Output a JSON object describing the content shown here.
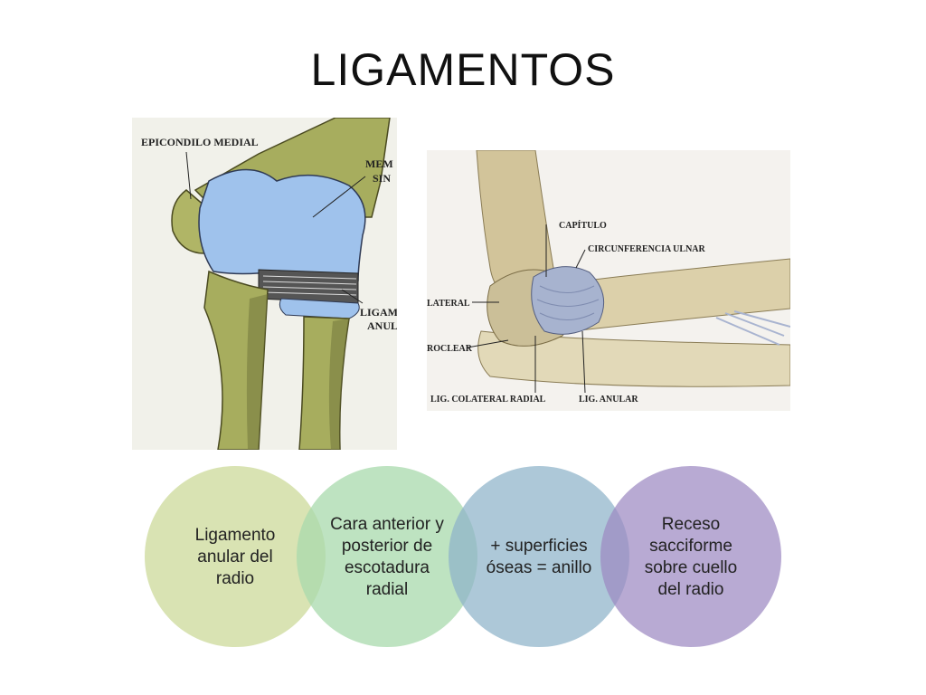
{
  "slide": {
    "title": "LIGAMENTOS"
  },
  "left_image": {
    "labels": {
      "epicondilo": "EPICONDILO MEDIAL",
      "membrana_1": "MEM",
      "membrana_2": "SIN",
      "ligamento_1": "LIGAM",
      "ligamento_2": "ANUL"
    }
  },
  "right_image": {
    "labels": {
      "capitulo": "CAPÍTULO",
      "circunferencia": "CIRCUNFERENCIA ULNAR",
      "lateral": "LATERAL",
      "troclear": "ROCLEAR",
      "colateral_radial": "LIG. COLATERAL RADIAL",
      "anular": "LIG. ANULAR"
    }
  },
  "circles": [
    {
      "text": "Ligamento anular del radio",
      "color": "#d6e1ad"
    },
    {
      "text": "Cara anterior y posterior de escotadura radial",
      "color": "#b7deb9"
    },
    {
      "text": "+ superficies óseas = anillo",
      "color": "#a9c4d6"
    },
    {
      "text": "Receso sacciforme sobre cuello del radio",
      "color": "#b5a7cf"
    }
  ],
  "colors": {
    "bone_green": "#a7ad5e",
    "cartilage_blue": "#9fc2ec"
  }
}
